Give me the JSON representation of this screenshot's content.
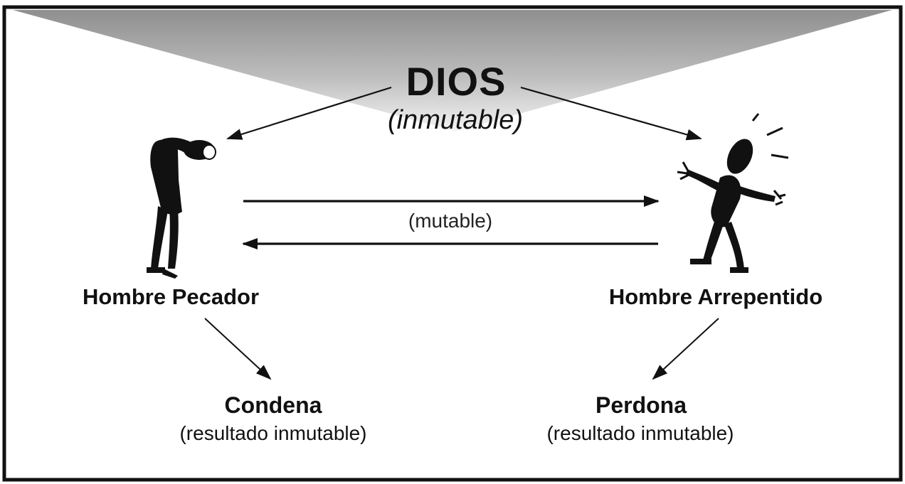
{
  "diagram": {
    "god": {
      "title": "DIOS",
      "subtitle": "(inmutable)"
    },
    "middle_label": "(mutable)",
    "left": {
      "name": "Hombre Pecador",
      "outcome": "Condena",
      "outcome_note": "(resultado inmutable)"
    },
    "right": {
      "name": "Hombre Arrepentido",
      "outcome": "Perdona",
      "outcome_note": "(resultado inmutable)"
    },
    "colors": {
      "frame": "#111111",
      "light_beam_top": "#9a9a9a",
      "light_beam_bottom": "#ffffff",
      "figure": "#111111"
    }
  }
}
